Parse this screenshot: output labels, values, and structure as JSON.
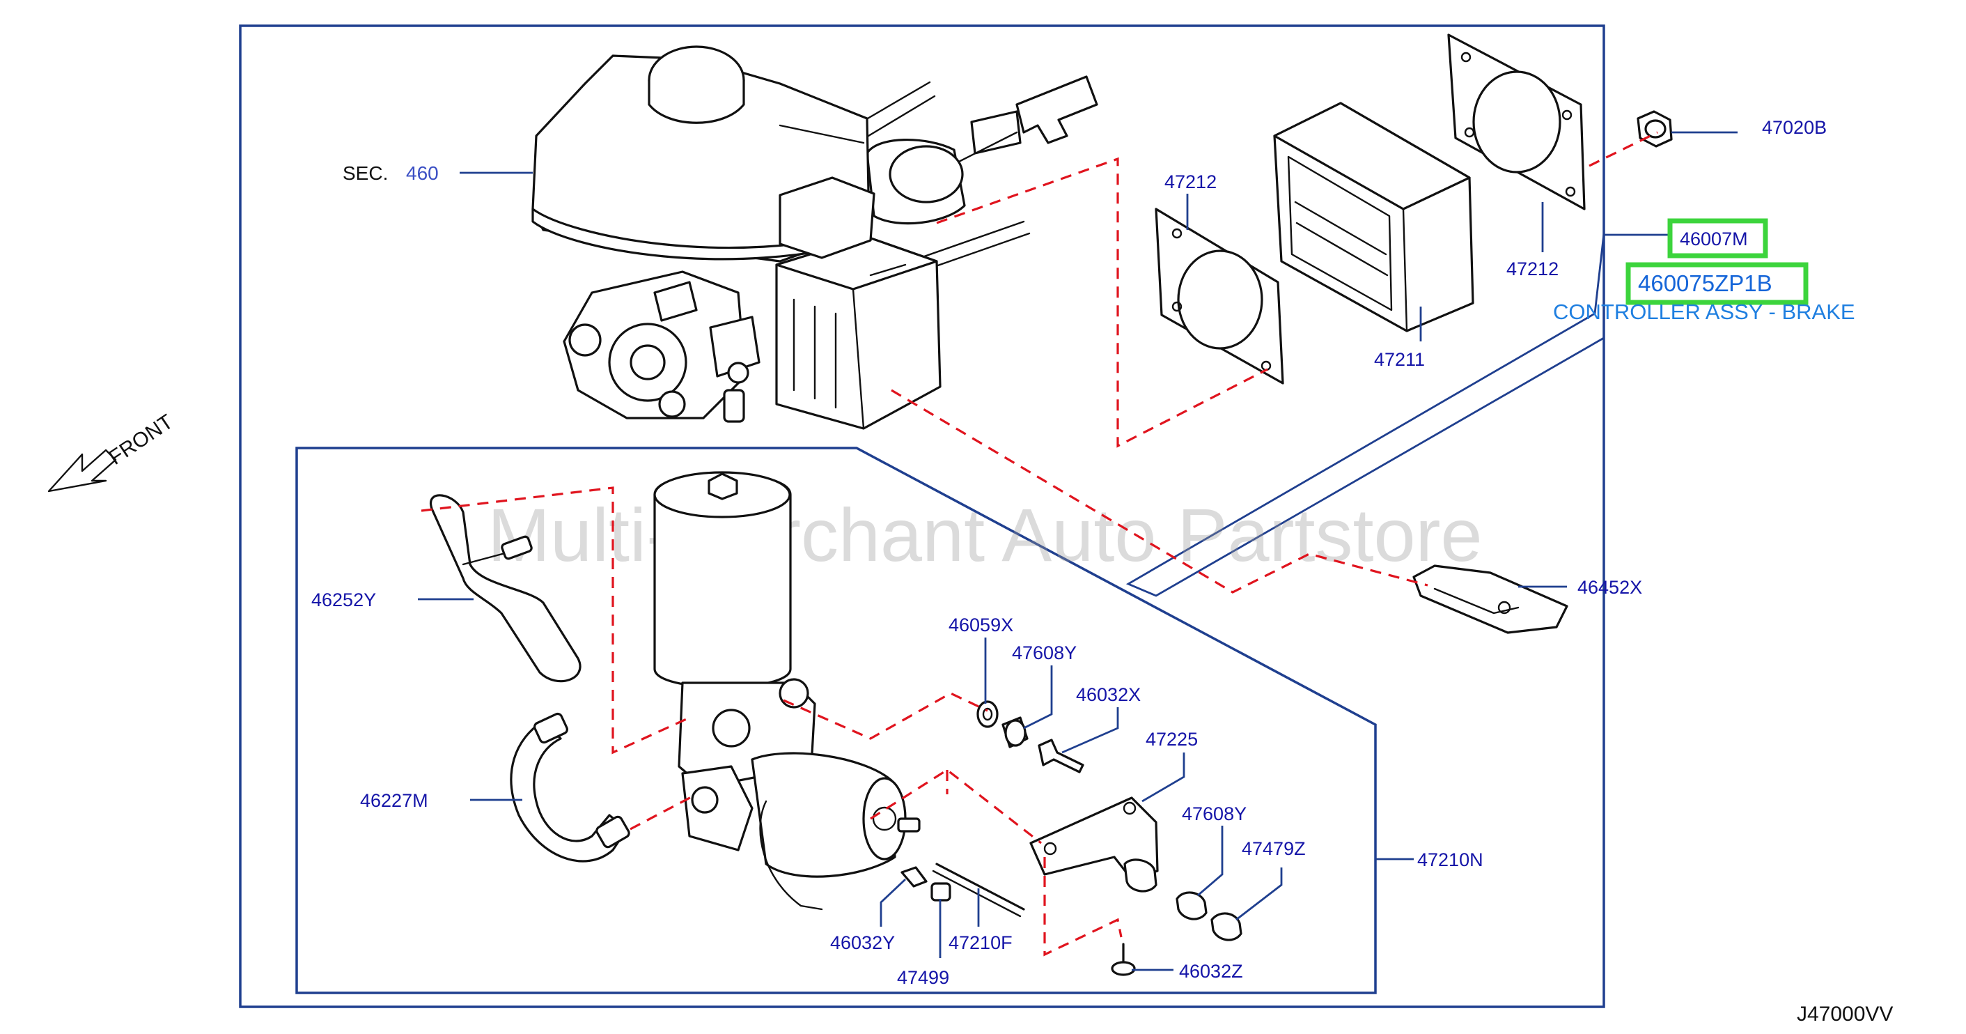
{
  "diagram": {
    "section_prefix": "SEC.",
    "section_number": "460",
    "front_label": "FRONT",
    "watermark": "Multi-Merchant Auto Partstore",
    "diagram_code": "J47000VV",
    "highlight": {
      "part_number": "46007M",
      "oem_number": "460075ZP1B",
      "description": "CONTROLLER ASSY - BRAKE",
      "highlight_color": "#3cd43c"
    },
    "labels": {
      "p47020B": "47020B",
      "p47212_left": "47212",
      "p47212_right": "47212",
      "p47211": "47211",
      "p46452X": "46452X",
      "p46252Y": "46252Y",
      "p46059X": "46059X",
      "p47608Y_upper": "47608Y",
      "p46032X": "46032X",
      "p47225": "47225",
      "p46227M": "46227M",
      "p47608Y_lower": "47608Y",
      "p47479Z": "47479Z",
      "p47210N": "47210N",
      "p46032Y": "46032Y",
      "p47210F": "47210F",
      "p47499": "47499",
      "p46032Z": "46032Z"
    },
    "colors": {
      "frame": "#1f3f8f",
      "label_text": "#1515a8",
      "dashed_guides": "#e0141e",
      "line_art": "#111111"
    }
  }
}
